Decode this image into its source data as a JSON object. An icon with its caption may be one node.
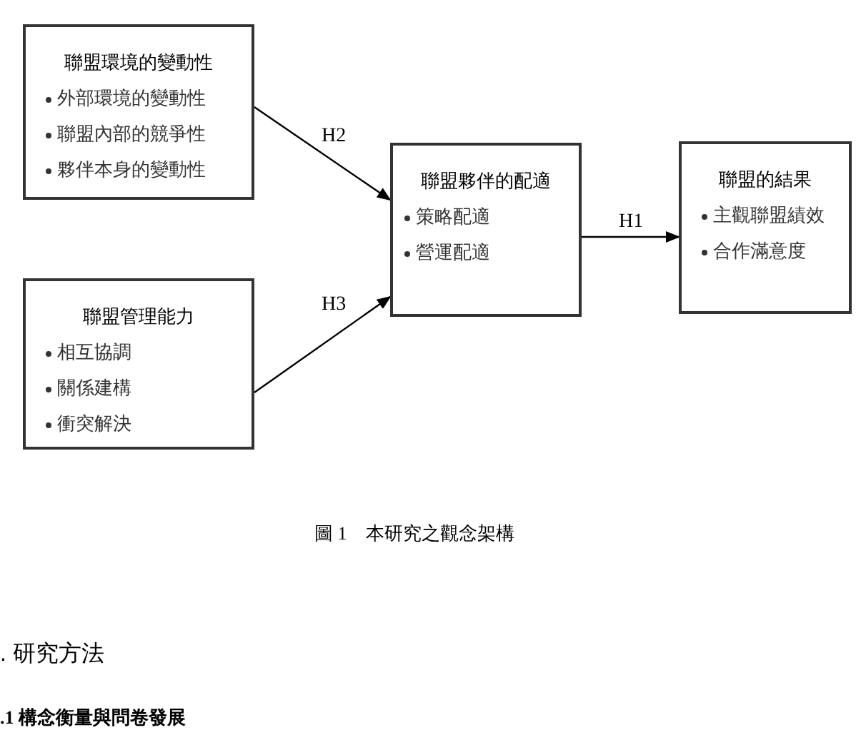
{
  "diagram": {
    "caption": "圖 1　本研究之觀念架構",
    "nodes": [
      {
        "text": [
          "聯盟環境的變動性",
          "外部環境的變動性",
          "聯盟內部的競爭性",
          "夥伴本身的變動性"
        ]
      },
      {
        "text": [
          "聯盟管理能力",
          "相互協調",
          "關係建構",
          "衝突解決"
        ]
      },
      {
        "text": [
          "聯盟夥伴的配適",
          "策略配適",
          "營運配適"
        ]
      },
      {
        "text": [
          "聯盟的結果",
          "主觀聯盟績效",
          "合作滿意度"
        ]
      }
    ],
    "edges": [
      {
        "from": 0,
        "to": 2,
        "arrow": "to",
        "label": "H2"
      },
      {
        "from": 1,
        "to": 2,
        "arrow": "to",
        "label": "H3"
      },
      {
        "from": 2,
        "to": 3,
        "arrow": "to",
        "label": "H1"
      }
    ],
    "labels": [
      ". 研究方法",
      ".1 構念衡量與問卷發展"
    ]
  }
}
